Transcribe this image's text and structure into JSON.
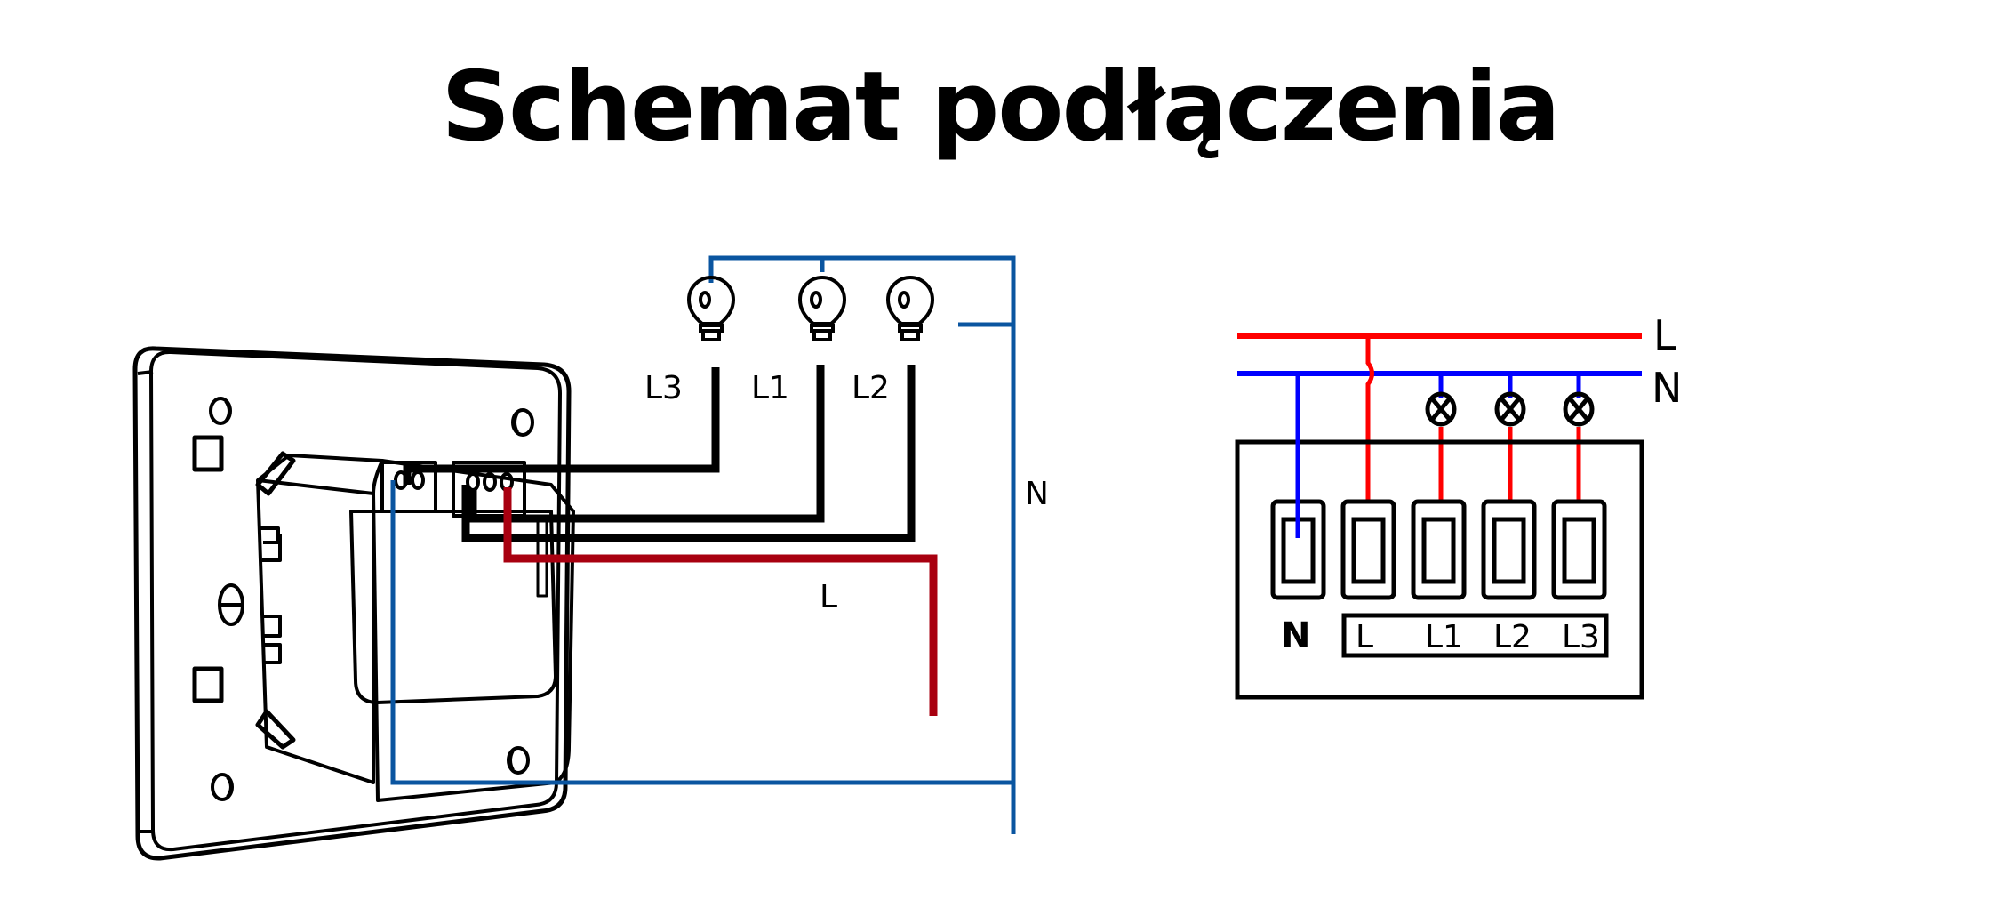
{
  "title": "Schemat podłączenia",
  "colors": {
    "live_wire": "#a80010",
    "neutral_wire": "#0a55a0",
    "load_wire": "#000000",
    "schematic_live": "#ff0000",
    "schematic_neutral": "#0000ff"
  },
  "wiring_view": {
    "lamps": [
      {
        "label": "L3",
        "icon": "light-bulb-icon"
      },
      {
        "label": "L1",
        "icon": "light-bulb-icon"
      },
      {
        "label": "L2",
        "icon": "light-bulb-icon"
      }
    ],
    "neutral_label": "N",
    "live_label": "L"
  },
  "schematic": {
    "bus_live_label": "L",
    "bus_neutral_label": "N",
    "terminal_neutral_label": "N",
    "terminal_labels": [
      "L",
      "L1",
      "L2",
      "L3"
    ],
    "lamp_icon": "lamp-symbol-icon"
  }
}
